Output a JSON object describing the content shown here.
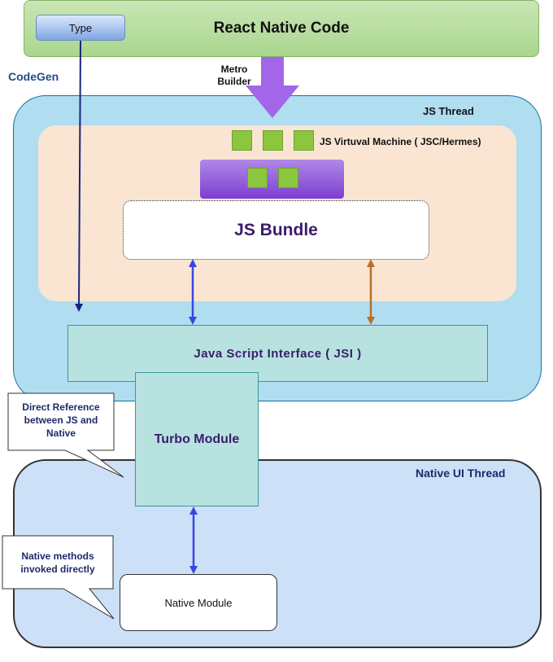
{
  "header": {
    "title": "React Native Code",
    "type_label": "Type"
  },
  "labels": {
    "codegen": "CodeGen",
    "metro_line1": "Metro",
    "metro_line2": "Builder",
    "js_thread": "JS Thread",
    "vm": "JS Virtuval Machine ( JSC/Hermes)",
    "bundle": "JS Bundle",
    "jsi": "Java Script Interface ( JSI )",
    "turbo": "Turbo Module",
    "native_thread": "Native UI Thread",
    "native_module": "Native Module"
  },
  "callouts": {
    "direct_ref": [
      "Direct Reference",
      "between JS and",
      "Native"
    ],
    "native_methods": [
      "Native methods",
      "invoked directly"
    ]
  },
  "colors": {
    "arrow_blue": "#3a45e0",
    "arrow_brown": "#b8702a",
    "arrow_navy": "#1a237e",
    "metro_arrow": "#a366e8"
  }
}
